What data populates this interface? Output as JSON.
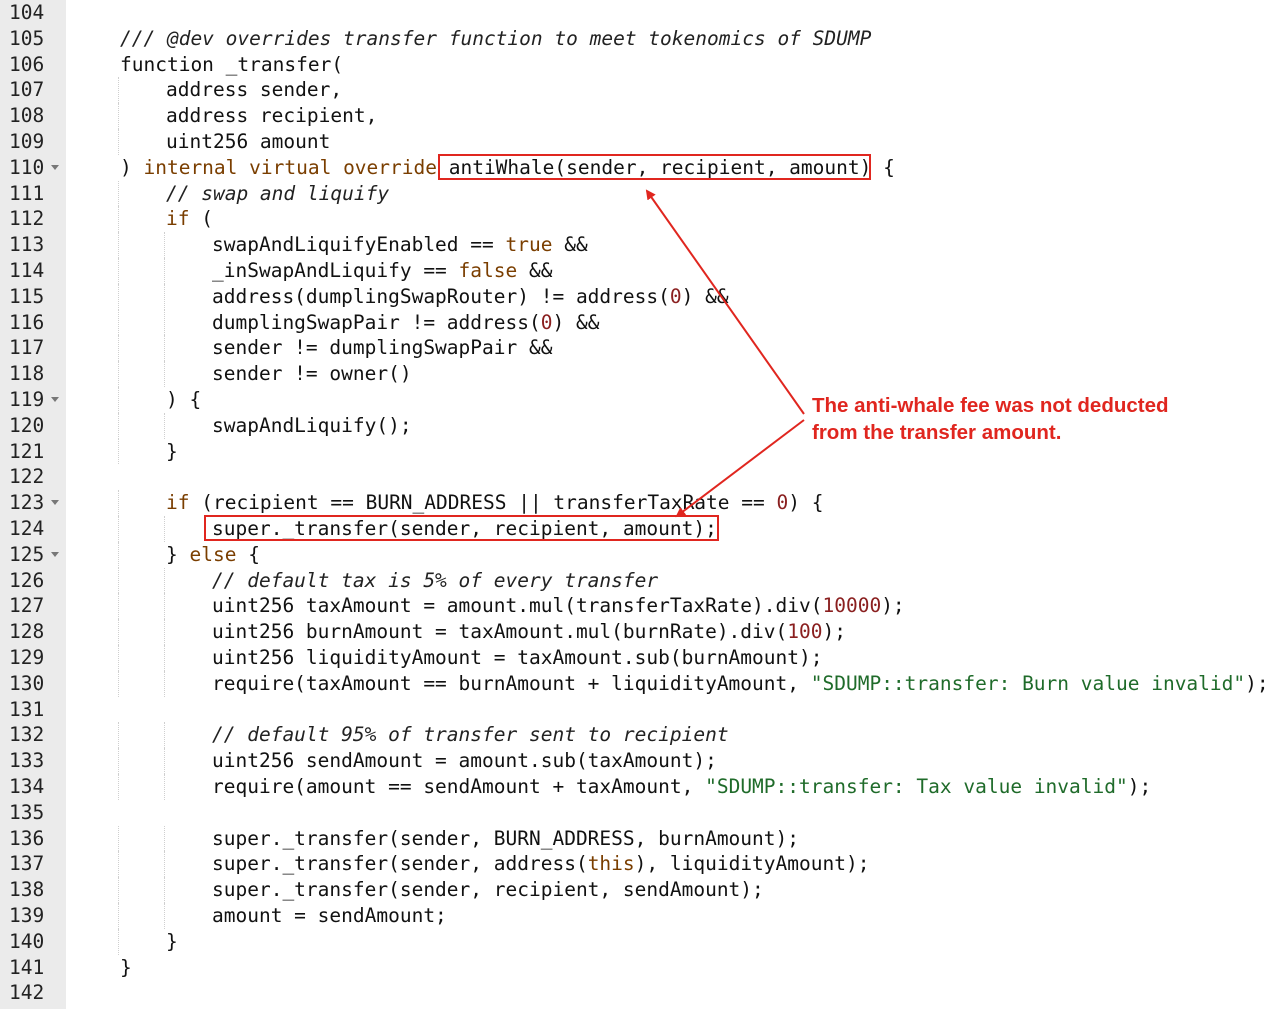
{
  "editor": {
    "lines": [
      {
        "n": "104",
        "indent": 0,
        "tokens": []
      },
      {
        "n": "105",
        "indent": 0,
        "tokens": [
          {
            "t": "/// @dev overrides transfer function to meet tokenomics of SDUMP",
            "c": "cm"
          }
        ]
      },
      {
        "n": "106",
        "indent": 0,
        "tokens": [
          {
            "t": "function _transfer(",
            "c": ""
          }
        ]
      },
      {
        "n": "107",
        "indent": 1,
        "tokens": [
          {
            "t": "address sender,",
            "c": ""
          }
        ]
      },
      {
        "n": "108",
        "indent": 1,
        "tokens": [
          {
            "t": "address recipient,",
            "c": ""
          }
        ]
      },
      {
        "n": "109",
        "indent": 1,
        "tokens": [
          {
            "t": "uint256 amount",
            "c": ""
          }
        ]
      },
      {
        "n": "110",
        "indent": 0,
        "fold": true,
        "tokens": [
          {
            "t": ") ",
            "c": ""
          },
          {
            "t": "internal virtual override",
            "c": "kw"
          },
          {
            "t": " antiWhale(sender, recipient, amount) {",
            "c": ""
          }
        ]
      },
      {
        "n": "111",
        "indent": 1,
        "tokens": [
          {
            "t": "// swap and liquify",
            "c": "cm"
          }
        ]
      },
      {
        "n": "112",
        "indent": 1,
        "tokens": [
          {
            "t": "if",
            "c": "kw"
          },
          {
            "t": " (",
            "c": ""
          }
        ]
      },
      {
        "n": "113",
        "indent": 2,
        "tokens": [
          {
            "t": "swapAndLiquifyEnabled == ",
            "c": ""
          },
          {
            "t": "true",
            "c": "kw"
          },
          {
            "t": " &&",
            "c": ""
          }
        ]
      },
      {
        "n": "114",
        "indent": 2,
        "tokens": [
          {
            "t": "_inSwapAndLiquify == ",
            "c": ""
          },
          {
            "t": "false",
            "c": "kw"
          },
          {
            "t": " &&",
            "c": ""
          }
        ]
      },
      {
        "n": "115",
        "indent": 2,
        "tokens": [
          {
            "t": "address(dumplingSwapRouter) != address(",
            "c": ""
          },
          {
            "t": "0",
            "c": "num"
          },
          {
            "t": ") &&",
            "c": ""
          }
        ]
      },
      {
        "n": "116",
        "indent": 2,
        "tokens": [
          {
            "t": "dumplingSwapPair != address(",
            "c": ""
          },
          {
            "t": "0",
            "c": "num"
          },
          {
            "t": ") &&",
            "c": ""
          }
        ]
      },
      {
        "n": "117",
        "indent": 2,
        "tokens": [
          {
            "t": "sender != dumplingSwapPair &&",
            "c": ""
          }
        ]
      },
      {
        "n": "118",
        "indent": 2,
        "tokens": [
          {
            "t": "sender != owner()",
            "c": ""
          }
        ]
      },
      {
        "n": "119",
        "indent": 1,
        "fold": true,
        "tokens": [
          {
            "t": ") {",
            "c": ""
          }
        ]
      },
      {
        "n": "120",
        "indent": 2,
        "tokens": [
          {
            "t": "swapAndLiquify();",
            "c": ""
          }
        ]
      },
      {
        "n": "121",
        "indent": 1,
        "tokens": [
          {
            "t": "}",
            "c": ""
          }
        ]
      },
      {
        "n": "122",
        "indent": 0,
        "tokens": []
      },
      {
        "n": "123",
        "indent": 1,
        "fold": true,
        "tokens": [
          {
            "t": "if",
            "c": "kw"
          },
          {
            "t": " (recipient == BURN_ADDRESS || transferTaxRate == ",
            "c": ""
          },
          {
            "t": "0",
            "c": "num"
          },
          {
            "t": ") {",
            "c": ""
          }
        ]
      },
      {
        "n": "124",
        "indent": 2,
        "tokens": [
          {
            "t": "super._transfer(sender, recipient, amount);",
            "c": ""
          }
        ]
      },
      {
        "n": "125",
        "indent": 1,
        "fold": true,
        "tokens": [
          {
            "t": "} ",
            "c": ""
          },
          {
            "t": "else",
            "c": "kw"
          },
          {
            "t": " {",
            "c": ""
          }
        ]
      },
      {
        "n": "126",
        "indent": 2,
        "tokens": [
          {
            "t": "// default tax is 5% of every transfer",
            "c": "cm"
          }
        ]
      },
      {
        "n": "127",
        "indent": 2,
        "tokens": [
          {
            "t": "uint256 taxAmount = amount.mul(transferTaxRate).div(",
            "c": ""
          },
          {
            "t": "10000",
            "c": "num"
          },
          {
            "t": ");",
            "c": ""
          }
        ]
      },
      {
        "n": "128",
        "indent": 2,
        "tokens": [
          {
            "t": "uint256 burnAmount = taxAmount.mul(burnRate).div(",
            "c": ""
          },
          {
            "t": "100",
            "c": "num"
          },
          {
            "t": ");",
            "c": ""
          }
        ]
      },
      {
        "n": "129",
        "indent": 2,
        "tokens": [
          {
            "t": "uint256 liquidityAmount = taxAmount.sub(burnAmount);",
            "c": ""
          }
        ]
      },
      {
        "n": "130",
        "indent": 2,
        "tokens": [
          {
            "t": "require(taxAmount == burnAmount + liquidityAmount, ",
            "c": ""
          },
          {
            "t": "\"SDUMP::transfer: Burn value invalid\"",
            "c": "str"
          },
          {
            "t": ");",
            "c": ""
          }
        ]
      },
      {
        "n": "131",
        "indent": 0,
        "tokens": []
      },
      {
        "n": "132",
        "indent": 2,
        "tokens": [
          {
            "t": "// default 95% of transfer sent to recipient",
            "c": "cm"
          }
        ]
      },
      {
        "n": "133",
        "indent": 2,
        "tokens": [
          {
            "t": "uint256 sendAmount = amount.sub(taxAmount);",
            "c": ""
          }
        ]
      },
      {
        "n": "134",
        "indent": 2,
        "tokens": [
          {
            "t": "require(amount == sendAmount + taxAmount, ",
            "c": ""
          },
          {
            "t": "\"SDUMP::transfer: Tax value invalid\"",
            "c": "str"
          },
          {
            "t": ");",
            "c": ""
          }
        ]
      },
      {
        "n": "135",
        "indent": 0,
        "tokens": []
      },
      {
        "n": "136",
        "indent": 2,
        "tokens": [
          {
            "t": "super._transfer(sender, BURN_ADDRESS, burnAmount);",
            "c": ""
          }
        ]
      },
      {
        "n": "137",
        "indent": 2,
        "tokens": [
          {
            "t": "super._transfer(sender, address(",
            "c": ""
          },
          {
            "t": "this",
            "c": "kw"
          },
          {
            "t": "), liquidityAmount);",
            "c": ""
          }
        ]
      },
      {
        "n": "138",
        "indent": 2,
        "tokens": [
          {
            "t": "super._transfer(sender, recipient, sendAmount);",
            "c": ""
          }
        ]
      },
      {
        "n": "139",
        "indent": 2,
        "tokens": [
          {
            "t": "amount = sendAmount;",
            "c": ""
          }
        ]
      },
      {
        "n": "140",
        "indent": 1,
        "tokens": [
          {
            "t": "}",
            "c": ""
          }
        ]
      },
      {
        "n": "141",
        "indent": 0,
        "tokens": [
          {
            "t": "}",
            "c": ""
          }
        ]
      },
      {
        "n": "142",
        "indent": 0,
        "tokens": []
      }
    ]
  },
  "annotation": {
    "line1": "The anti-whale fee was not deducted",
    "line2": "from the transfer amount."
  },
  "colors": {
    "accent": "#e0261f",
    "keyword": "#7a3e00",
    "string": "#1f6b2a",
    "number": "#8a1f1f",
    "gutter": "#ebebeb"
  }
}
